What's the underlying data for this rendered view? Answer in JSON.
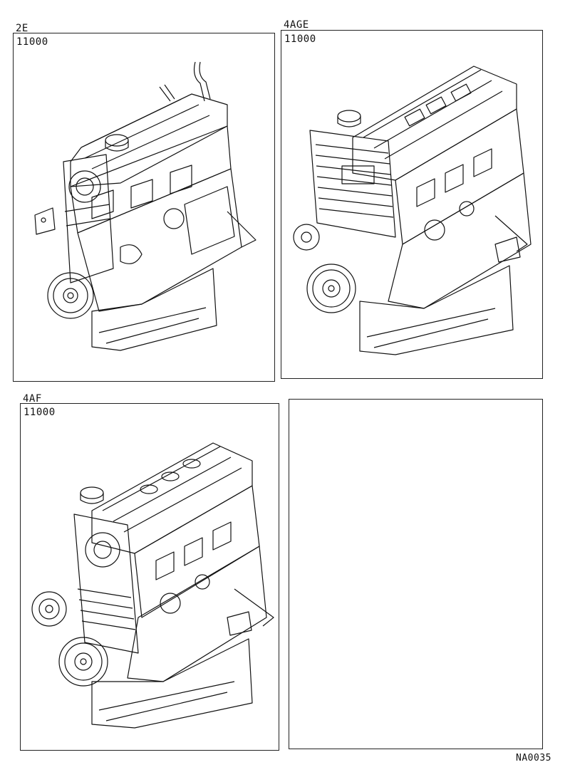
{
  "panels": [
    {
      "engine": "2E",
      "part_number": "11000"
    },
    {
      "engine": "4AGE",
      "part_number": "11000"
    },
    {
      "engine": "4AF",
      "part_number": "11000"
    },
    {
      "engine": "",
      "part_number": ""
    }
  ],
  "figure_ref": "NA0035"
}
